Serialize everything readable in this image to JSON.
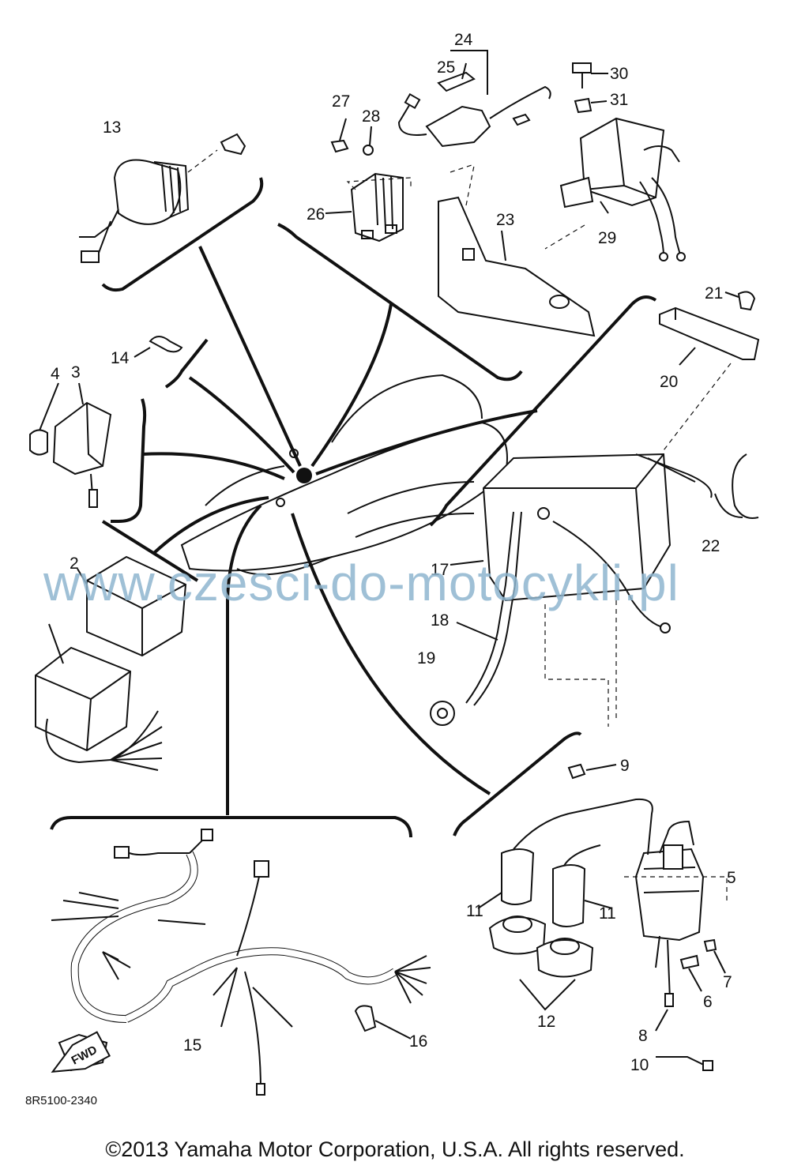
{
  "labels": {
    "p2": "2",
    "p3": "3",
    "p4": "4",
    "p5": "5",
    "p6": "6",
    "p7": "7",
    "p8": "8",
    "p9": "9",
    "p10": "10",
    "p11a": "11",
    "p11b": "11",
    "p12": "12",
    "p13": "13",
    "p14": "14",
    "p15": "15",
    "p16": "16",
    "p17": "17",
    "p18": "18",
    "p19": "19",
    "p20": "20",
    "p21": "21",
    "p22": "22",
    "p23": "23",
    "p24": "24",
    "p25": "25",
    "p26": "26",
    "p27": "27",
    "p28": "28",
    "p29": "29",
    "p30": "30",
    "p31": "31"
  },
  "drawing_code": "8R5100-2340",
  "watermark": "www.czesci-do-motocykli.pl",
  "copyright": "©2013 Yamaha Motor Corporation, U.S.A. All rights reserved.",
  "fwd_marker": "FWD"
}
